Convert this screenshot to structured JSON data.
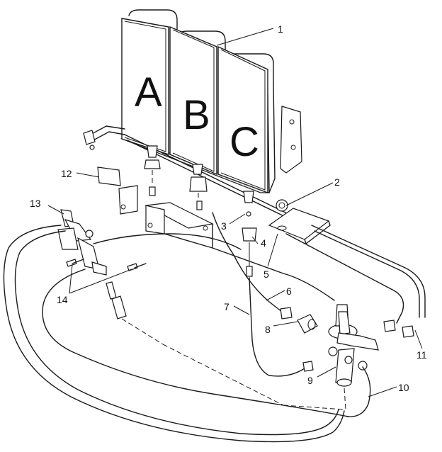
{
  "diagram": {
    "panel_letters": [
      "A",
      "B",
      "C"
    ],
    "callouts": [
      "1",
      "2",
      "3",
      "4",
      "5",
      "6",
      "7",
      "8",
      "9",
      "10",
      "11",
      "12",
      "13",
      "14"
    ]
  }
}
